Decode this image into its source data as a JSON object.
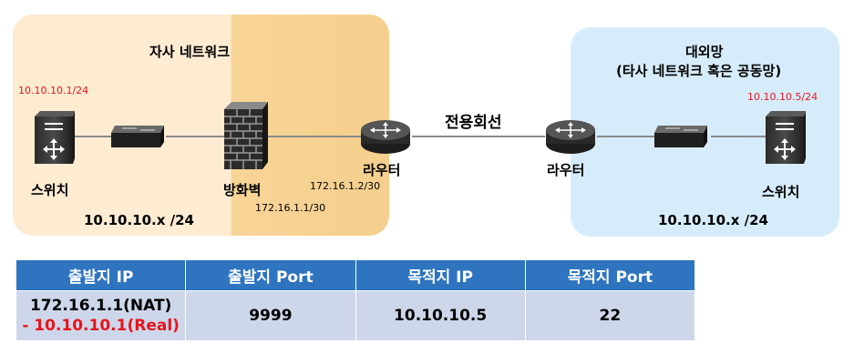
{
  "diagram": {
    "left_zone": {
      "title": "자사 네트워크",
      "switch_ip": "10.10.10.1/24",
      "switch_label": "스위치",
      "firewall_label": "방화벽",
      "subnet": "10.10.10.x /24",
      "firewall_ip": "172.16.1.1/30"
    },
    "router_left": {
      "label": "라우터",
      "ip": "172.16.1.2/30"
    },
    "link_label": "전용회선",
    "right_zone": {
      "title_line1": "대외망",
      "title_line2": "(타사 네트워크 혹은 공동망)",
      "switch_ip": "10.10.10.5/24",
      "switch_label": "스위치",
      "router_label": "라우터",
      "subnet": "10.10.10.x /24"
    }
  },
  "table": {
    "headers": [
      "출발지 IP",
      "출발지 Port",
      "목적지 IP",
      "목적지 Port"
    ],
    "row": {
      "src_ip_nat": "172.16.1.1(NAT)",
      "src_ip_real": "- 10.10.10.1(Real)",
      "src_port": "9999",
      "dst_ip": "10.10.10.5",
      "dst_port": "22"
    }
  },
  "colors": {
    "left_zone_light": "#fdebd2",
    "left_zone_dark": "#f8d497",
    "right_zone": "#d6ecfb",
    "header_blue": "#2e74bf",
    "cell_blue": "#ced7ea",
    "red_ip": "#e8141a"
  }
}
